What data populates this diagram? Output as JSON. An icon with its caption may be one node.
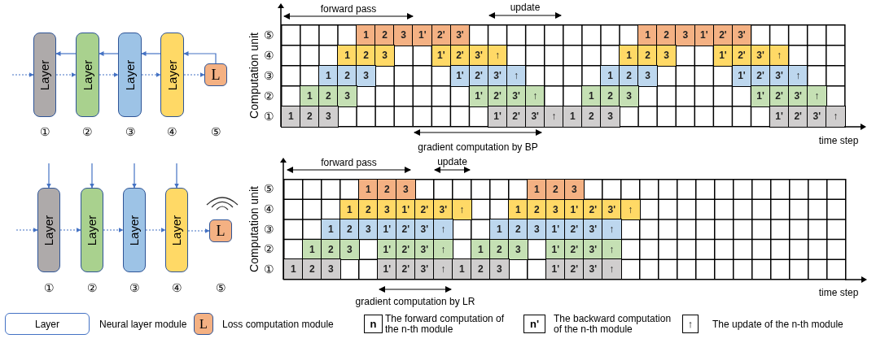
{
  "diagram": {
    "nodes": [
      {
        "text": [
          "Layer"
        ]
      },
      {
        "text": [
          "Layer"
        ]
      },
      {
        "text": [
          "Layer"
        ]
      },
      {
        "text": [
          "Layer"
        ]
      },
      {
        "text": [
          "L"
        ]
      },
      {
        "text": [
          "Layer"
        ]
      },
      {
        "text": [
          "Layer"
        ]
      },
      {
        "text": [
          "Layer"
        ]
      },
      {
        "text": [
          "Layer"
        ]
      },
      {
        "text": [
          "L"
        ]
      }
    ],
    "edges": [
      {
        "from": null,
        "to": 0,
        "arrow": "to",
        "style": "dashed"
      },
      {
        "from": 0,
        "to": 1,
        "arrow": "to",
        "style": "dashed"
      },
      {
        "from": 1,
        "to": 2,
        "arrow": "to",
        "style": "dashed"
      },
      {
        "from": 2,
        "to": 3,
        "arrow": "to",
        "style": "dashed"
      },
      {
        "from": 3,
        "to": 4,
        "arrow": "to",
        "style": "dashed"
      },
      {
        "from": 4,
        "to": 3,
        "arrow": "to"
      },
      {
        "from": 3,
        "to": 2,
        "arrow": "to"
      },
      {
        "from": 2,
        "to": 1,
        "arrow": "to"
      },
      {
        "from": 1,
        "to": 0,
        "arrow": "to"
      },
      {
        "from": null,
        "to": 5,
        "arrow": "to",
        "style": "dashed"
      },
      {
        "from": 5,
        "to": 6,
        "arrow": "to",
        "style": "dashed"
      },
      {
        "from": 6,
        "to": 7,
        "arrow": "to",
        "style": "dashed"
      },
      {
        "from": 7,
        "to": 8,
        "arrow": "to",
        "style": "dashed"
      },
      {
        "from": 8,
        "to": 9,
        "arrow": "to",
        "style": "dashed"
      },
      {
        "from": null,
        "to": 5,
        "arrow": "to"
      },
      {
        "from": null,
        "to": 6,
        "arrow": "to"
      },
      {
        "from": null,
        "to": 7,
        "arrow": "to"
      },
      {
        "from": null,
        "to": 8,
        "arrow": "to"
      }
    ],
    "labels": [
      "①",
      "②",
      "③",
      "④",
      "⑤",
      "①",
      "②",
      "③",
      "④",
      "⑤",
      "forward pass",
      "update",
      "Computation unit",
      "⑤",
      "1",
      "2",
      "3",
      "1'",
      "2'",
      "3'",
      "1",
      "2",
      "3",
      "1'",
      "2'",
      "3'",
      "④",
      "1",
      "2",
      "3",
      "1'",
      "2'",
      "3'",
      "↑",
      "1",
      "2",
      "3",
      "1'",
      "2'",
      "3'",
      "↑",
      "③",
      "1",
      "2",
      "3",
      "1'",
      "2'",
      "3'",
      "↑",
      "1",
      "2",
      "3",
      "1'",
      "2'",
      "3'",
      "↑",
      "②",
      "1",
      "2",
      "3",
      "1'",
      "2'",
      "3'",
      "↑",
      "1",
      "2",
      "3",
      "1'",
      "2'",
      "3'",
      "↑",
      "①",
      "1",
      "2",
      "3",
      "1'",
      "2'",
      "3'",
      "↑",
      "1",
      "2",
      "3",
      "1'",
      "2'",
      "3'",
      "↑",
      "gradient computation by BP",
      "time step",
      "forward pass",
      "update",
      "Computation unit",
      "⑤",
      "1",
      "2",
      "3",
      "1",
      "2",
      "3",
      "④",
      "1",
      "2",
      "3",
      "1'",
      "2'",
      "3'",
      "↑",
      "1",
      "2",
      "3",
      "1'",
      "2'",
      "3'",
      "↑",
      "③",
      "1",
      "2",
      "3",
      "1'",
      "2'",
      "3'",
      "↑",
      "1",
      "2",
      "3",
      "1'",
      "2'",
      "3'",
      "↑",
      "②",
      "1",
      "2",
      "3",
      "1'",
      "2'",
      "3'",
      "↑",
      "1",
      "2",
      "3",
      "1'",
      "2'",
      "3'",
      "↑",
      "①",
      "1",
      "2",
      "3",
      "1'",
      "2'",
      "3'",
      "↑",
      "1",
      "2",
      "3",
      "1'",
      "2'",
      "3'",
      "↑",
      "gradient computation by LR",
      "time step",
      "Layer",
      "L",
      "n",
      "n'",
      "↑"
    ],
    "legend": [
      {
        "text": "Neural layer module"
      },
      {
        "text": "Loss computation module"
      },
      {
        "text": "The forward computation of the n-th module"
      },
      {
        "text": "The backward computation of the n-th module"
      },
      {
        "text": "The update of the n-th module"
      }
    ]
  }
}
